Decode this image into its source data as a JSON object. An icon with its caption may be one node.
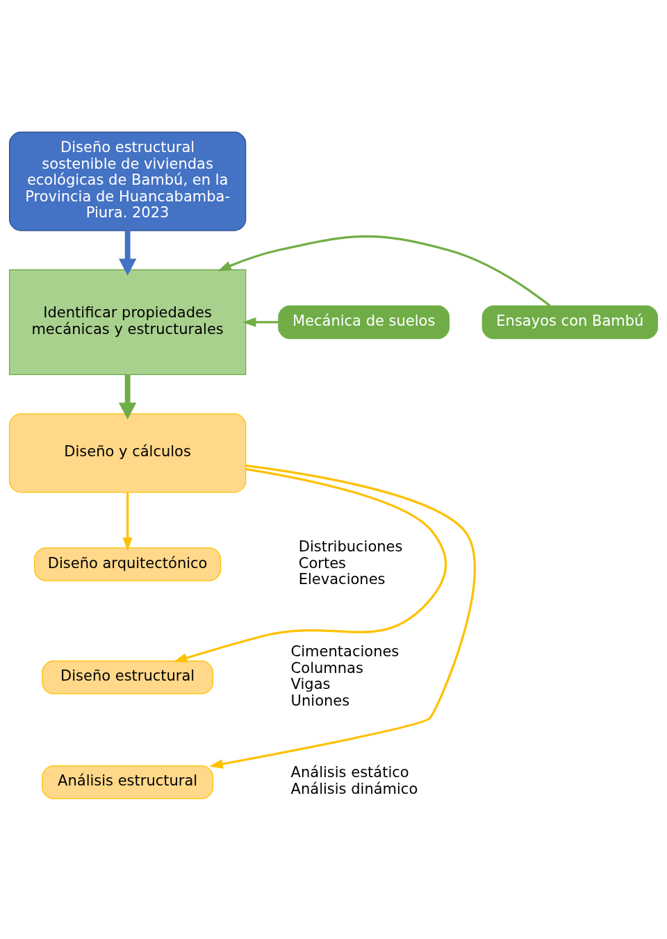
{
  "diagram": {
    "nodes": [
      {
        "text": [
          "Diseño estructural sostenible de viviendas ecológicas de Bambú, en la Provincia de Huancabamba- Piura. 2023"
        ]
      },
      {
        "text": [
          "Identificar propiedades mecánicas y estructurales"
        ]
      },
      {
        "text": [
          "Mecánica de suelos"
        ]
      },
      {
        "text": [
          "Ensayos con Bambú"
        ]
      },
      {
        "text": [
          "Diseño y cálculos"
        ]
      },
      {
        "text": [
          "Diseño arquitectónico"
        ],
        "beside": [
          "Distribuciones",
          "Cortes",
          "Elevaciones"
        ]
      },
      {
        "text": [
          "Diseño estructural"
        ],
        "beside": [
          "Cimentaciones",
          "Columnas",
          "Vigas",
          "Uniones"
        ]
      },
      {
        "text": [
          "Análisis estructural"
        ],
        "beside": [
          "Análisis estático",
          "Análisis dinámico"
        ]
      }
    ],
    "edges": [
      {
        "from": 0,
        "to": 1,
        "arrow": "to",
        "style": "thick",
        "color": "#4472c4"
      },
      {
        "from": 1,
        "to": 4,
        "arrow": "to",
        "style": "thick",
        "color": "#70ad47"
      },
      {
        "from": 2,
        "to": 1,
        "arrow": "to",
        "color": "#70ad47"
      },
      {
        "from": 3,
        "to": 1,
        "arrow": "to",
        "color": "#70ad47"
      },
      {
        "from": 4,
        "to": 5,
        "arrow": "to",
        "color": "#ffc000"
      },
      {
        "from": 4,
        "to": 6,
        "arrow": "to",
        "color": "#ffc000"
      },
      {
        "from": 4,
        "to": 7,
        "arrow": "to",
        "color": "#ffc000"
      }
    ]
  }
}
